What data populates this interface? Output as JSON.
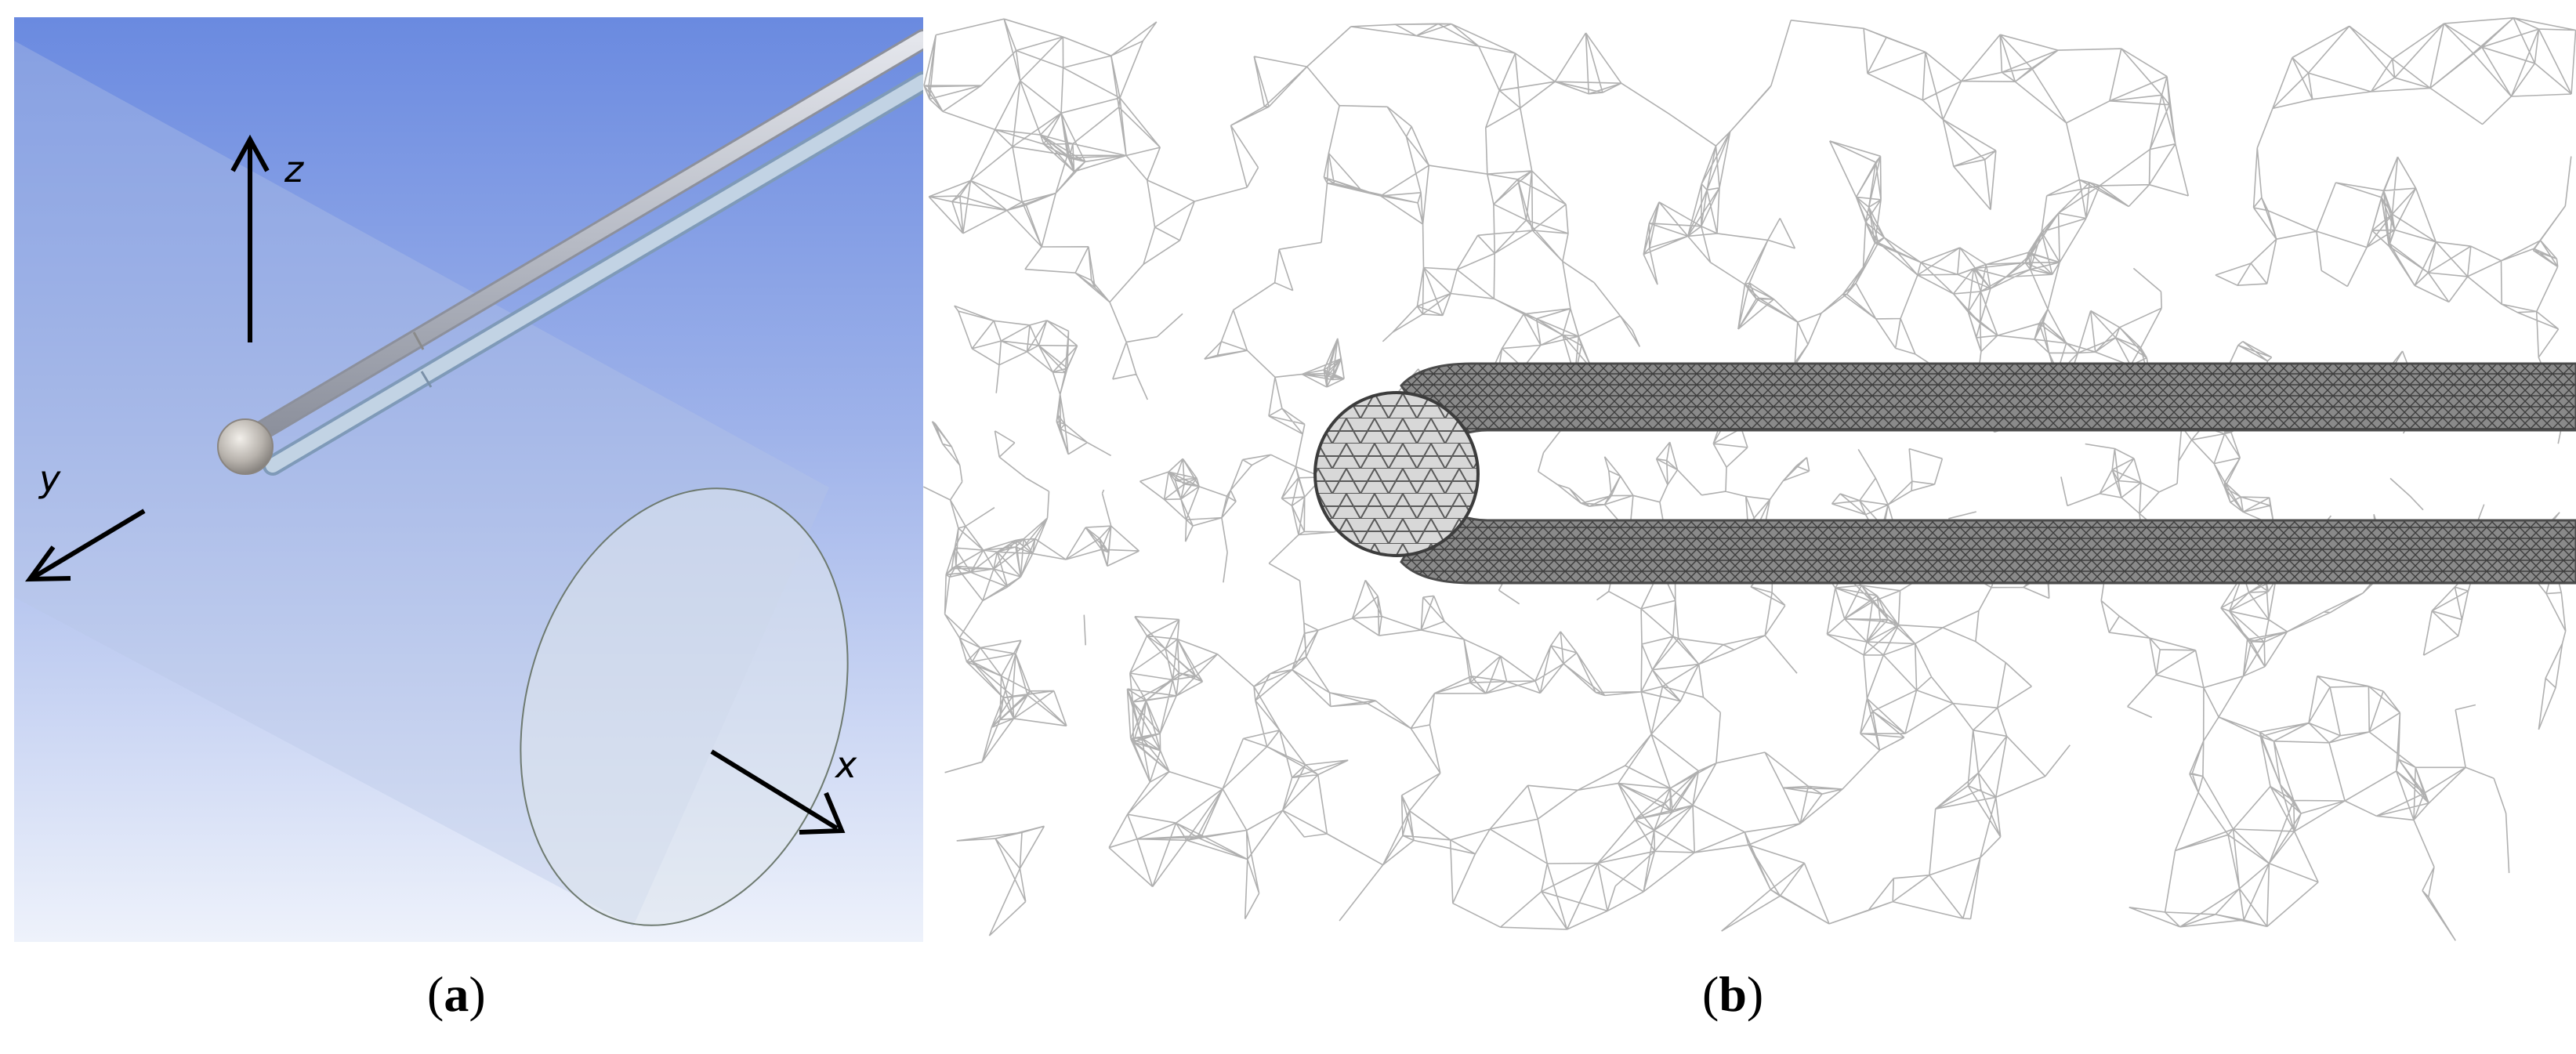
{
  "panels": [
    {
      "id": "a",
      "caption_open": "(",
      "caption_letter": "a",
      "caption_close": ")",
      "axes": {
        "z": "z",
        "y": "y",
        "x": "x"
      }
    },
    {
      "id": "b",
      "caption_open": "(",
      "caption_letter": "b",
      "caption_close": ")"
    }
  ],
  "colors": {
    "sky_top": "#6a8ae0",
    "sky_bottom": "#eef2fb",
    "probe": "#b9bcc4",
    "mesh_line": "#b0b0b0",
    "dense_mesh": "#5a5a5a"
  }
}
